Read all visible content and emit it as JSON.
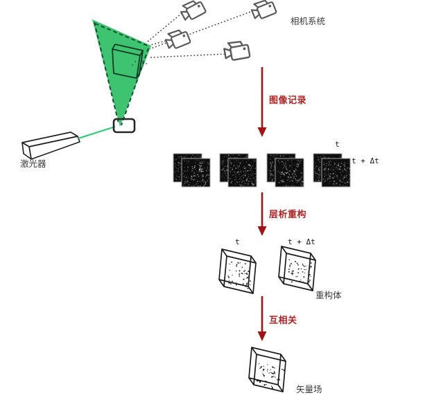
{
  "diagram": {
    "setup": {
      "camera_system_label": "相机系统",
      "laser_label": "激光器"
    },
    "steps": [
      {
        "label": "图像记录"
      },
      {
        "label": "层析重构"
      },
      {
        "label": "互相关"
      }
    ],
    "particle_images": {
      "time_label_t": "t",
      "time_label_t_dt": "t + Δt",
      "pair_count": 4
    },
    "reconstructed_volumes": {
      "time_label_t": "t",
      "time_label_t_dt": "t + Δt",
      "caption": "重构体"
    },
    "vector_field": {
      "caption": "矢量场"
    },
    "colors": {
      "volume_green": "#3ec470",
      "dash_green": "#10512e",
      "laser_green": "#2ecc71",
      "red_arrow": "#a31313",
      "red_text": "#b42222",
      "camera_gray": "#5a5a5a",
      "line_dark": "#1a1a1a"
    }
  }
}
